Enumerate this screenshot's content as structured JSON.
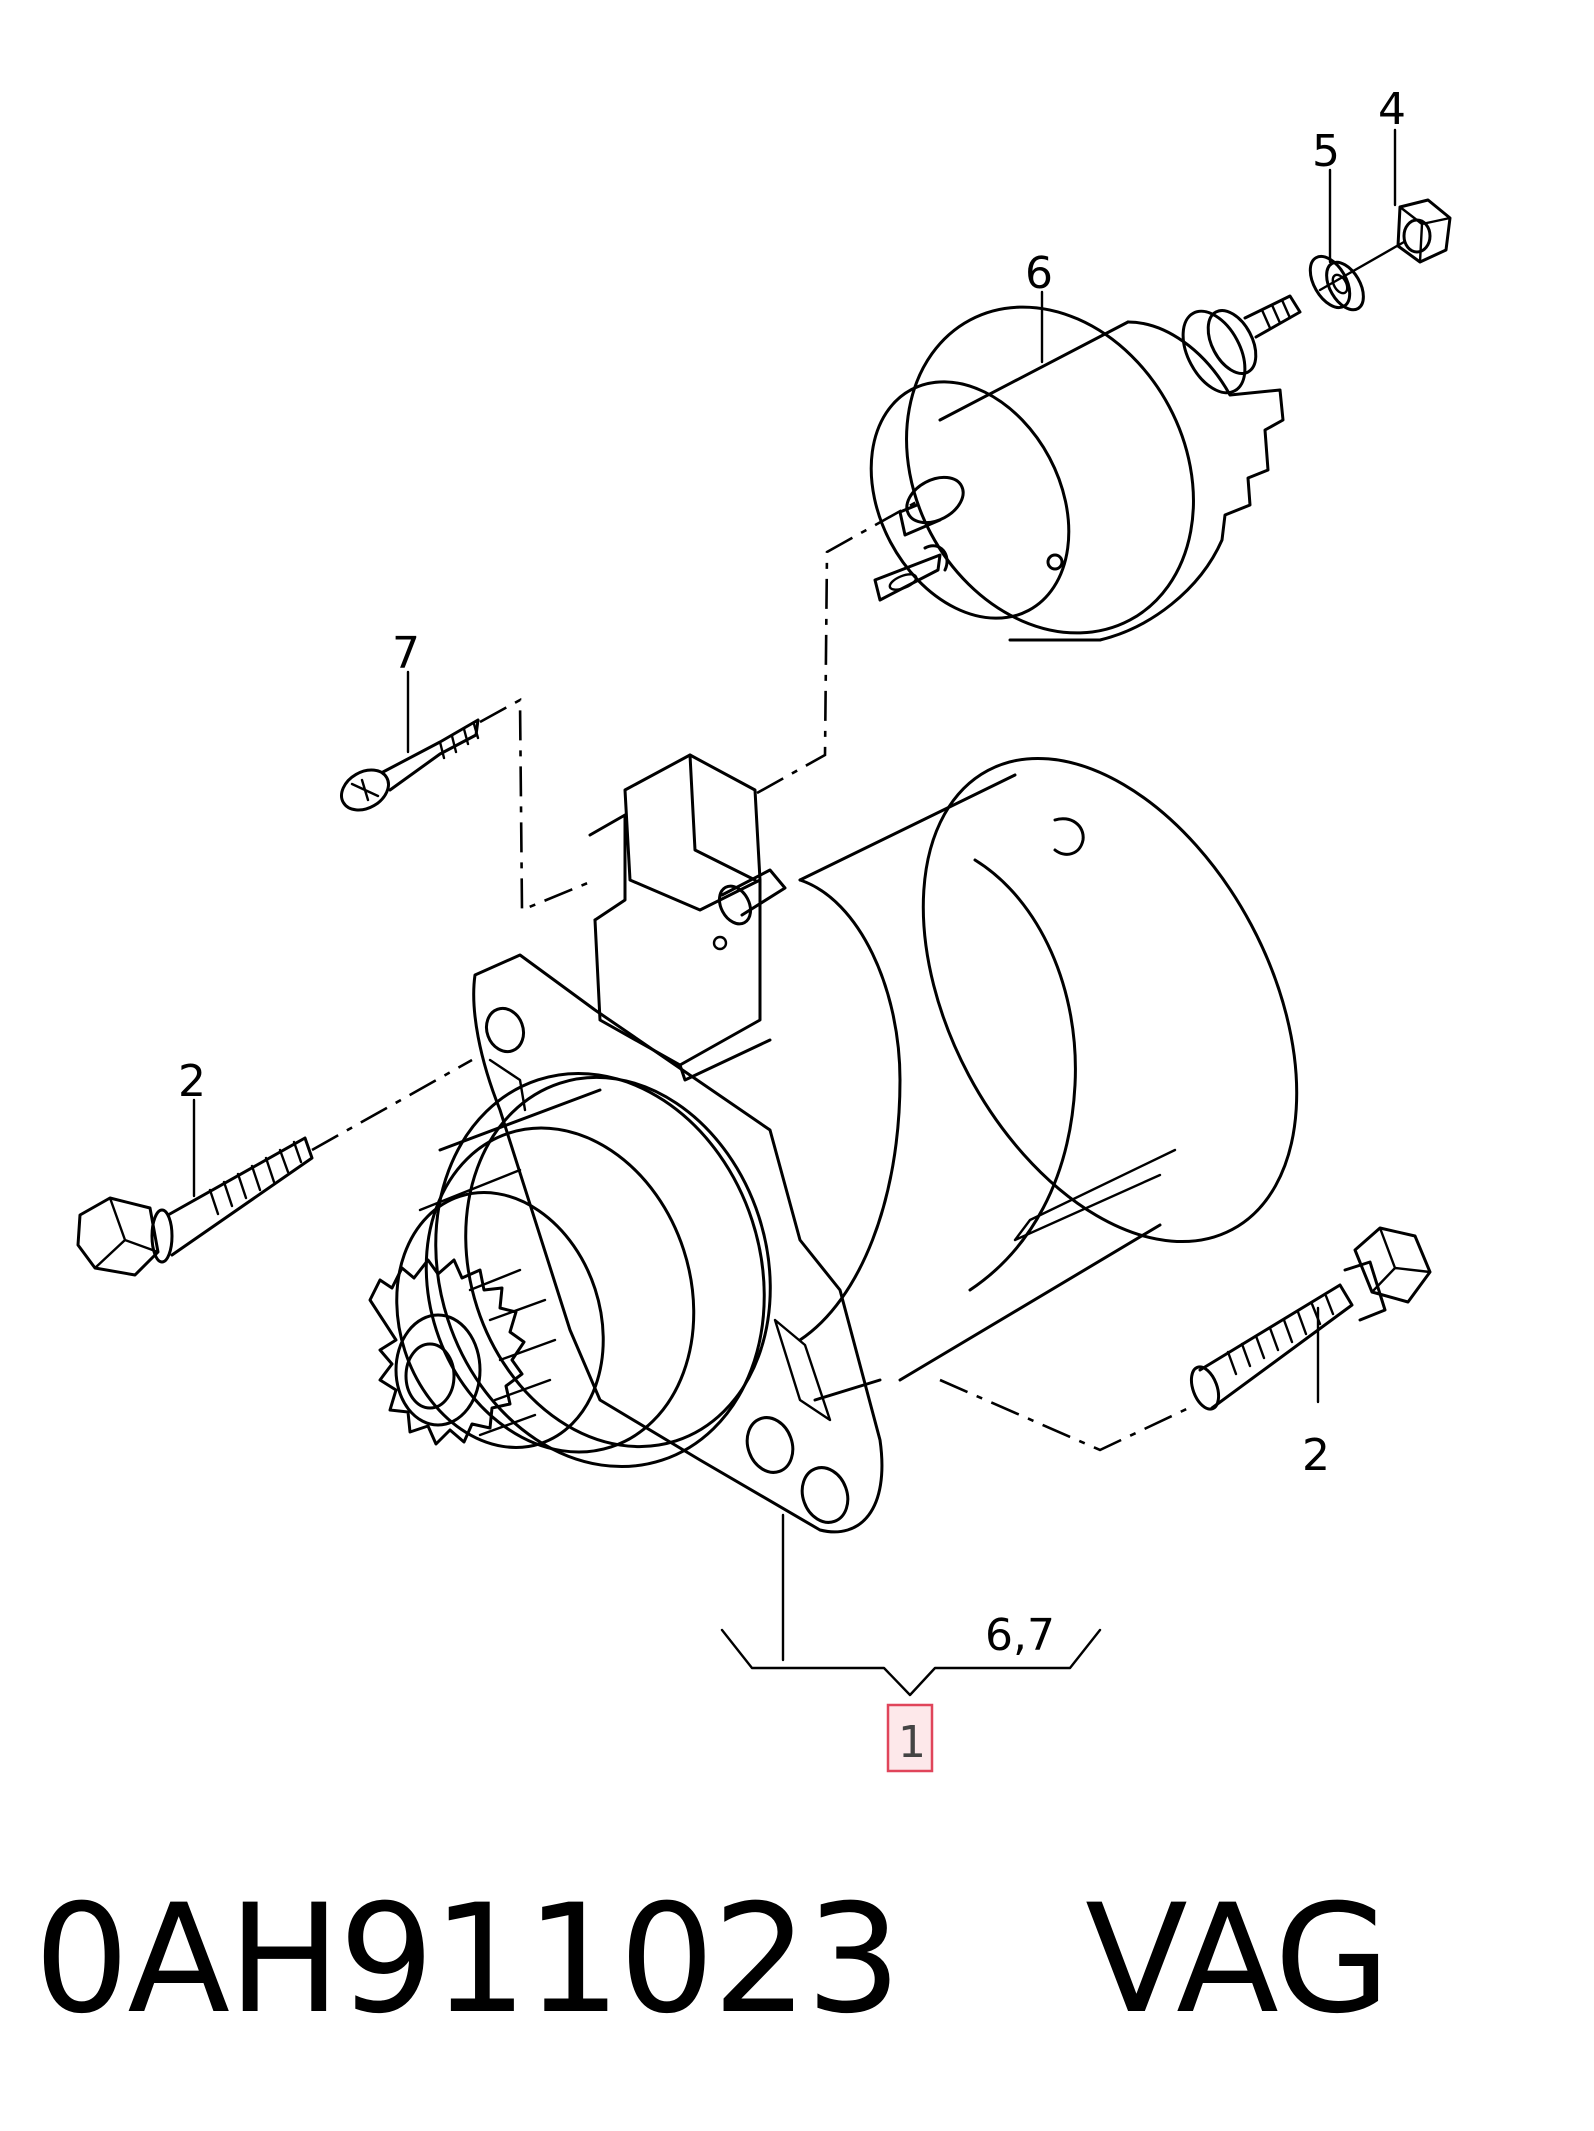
{
  "diagram": {
    "callouts": {
      "part_1": "1",
      "bolt_2_left": "2",
      "bolt_2_right": "2",
      "nut_4": "4",
      "washer_5": "5",
      "solenoid_6": "6",
      "screw_7": "7",
      "group_label": "6,7"
    }
  },
  "footer": {
    "part_number": "0AH911023",
    "brand": "VAG"
  },
  "colors": {
    "line": "#000000",
    "highlight_fill": "#fde8ea",
    "highlight_border": "#e0455a"
  }
}
